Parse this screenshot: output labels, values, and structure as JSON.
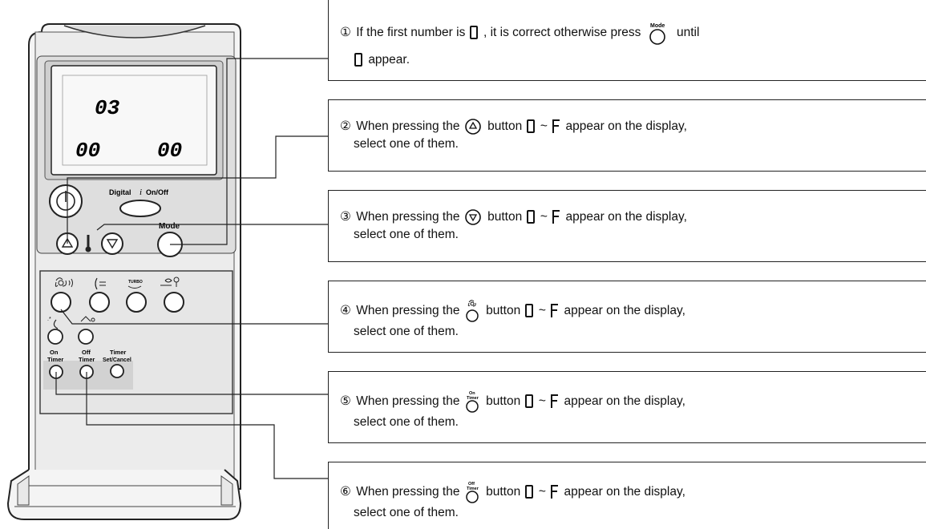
{
  "remote": {
    "display": {
      "top": "03",
      "bottom_left": "00",
      "bottom_right": "00"
    },
    "digital_label": "Digital",
    "digital_i": "i",
    "digital_onoff": "On/Off",
    "mode_label": "Mode",
    "on_label_1": "On",
    "on_label_2": "Timer",
    "off_label_1": "Off",
    "off_label_2": "Timer",
    "timer_label_1": "Timer",
    "timer_label_2": "Set/Cancel",
    "turbo_label": "TURBO"
  },
  "steps": [
    {
      "num": "①",
      "pre": "If the first number is",
      "mid": ", it is correct otherwise press",
      "post": "until",
      "line2": "appear.",
      "icon_caption": "Mode"
    },
    {
      "num": "②",
      "pre": "When pressing the",
      "mid": "button",
      "post": "appear on the display,",
      "line2": "select one of them.",
      "tilde": "~"
    },
    {
      "num": "③",
      "pre": "When pressing the",
      "mid": "button",
      "post": "appear on the display,",
      "line2": "select one of them.",
      "tilde": "~"
    },
    {
      "num": "④",
      "pre": "When pressing the",
      "mid": "button",
      "post": "appear on the display,",
      "line2": "select one of them.",
      "tilde": "~"
    },
    {
      "num": "⑤",
      "pre": "When pressing the",
      "mid": "button",
      "post": "appear on the display,",
      "line2": "select one of them.",
      "tilde": "~",
      "icon_caption_1": "On",
      "icon_caption_2": "Timer"
    },
    {
      "num": "⑥",
      "pre": "When pressing the",
      "mid": "button",
      "post": "appear on the display,",
      "line2": "select one of them.",
      "tilde": "~",
      "icon_caption_1": "Off",
      "icon_caption_2": "Timer"
    }
  ]
}
